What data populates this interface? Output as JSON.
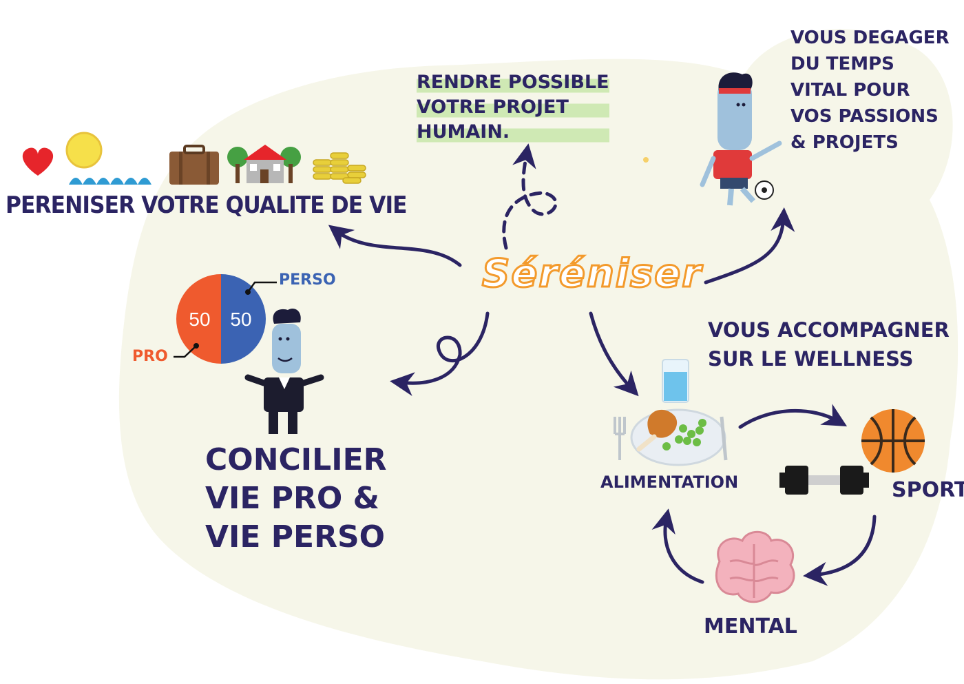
{
  "center": {
    "label": "Séréniser"
  },
  "branches": {
    "projet_humain": {
      "lines": [
        "RENDRE POSSIBLE",
        "VOTRE PROJET",
        "HUMAIN."
      ]
    },
    "qualite_vie": {
      "label": "PERENISER VOTRE QUALITE DE VIE"
    },
    "temps_vital": {
      "lines": [
        "VOUS DEGAGER",
        "DU TEMPS",
        "VITAL POUR",
        "VOS PASSIONS",
        "& PROJETS"
      ]
    },
    "concilier": {
      "lines": [
        "CONCILIER",
        "VIE PRO &",
        "VIE PERSO"
      ]
    },
    "wellness": {
      "lines": [
        "VOUS ACCOMPAGNER",
        "SUR LE WELLNESS"
      ]
    }
  },
  "pie": {
    "pro_value": "50",
    "perso_value": "50",
    "pro_label": "PRO",
    "perso_label": "PERSO",
    "pro_color": "#ef5a2e",
    "perso_color": "#3b63b3"
  },
  "wellness_cycle": {
    "alimentation": "ALIMENTATION",
    "sport": "SPORT",
    "mental": "MENTAL"
  },
  "colors": {
    "ink": "#2b2463",
    "background_blob": "#f6f6e9",
    "center_orange": "#f39a2c",
    "highlight": "#cfe9b4"
  },
  "icons": [
    "heart-icon",
    "sun-icon",
    "waves-icon",
    "suitcase-icon",
    "house-icon",
    "coins-icon",
    "water-glass-icon",
    "plate-icon",
    "basketball-icon",
    "dumbbell-icon",
    "brain-icon",
    "soccer-ball-icon"
  ]
}
